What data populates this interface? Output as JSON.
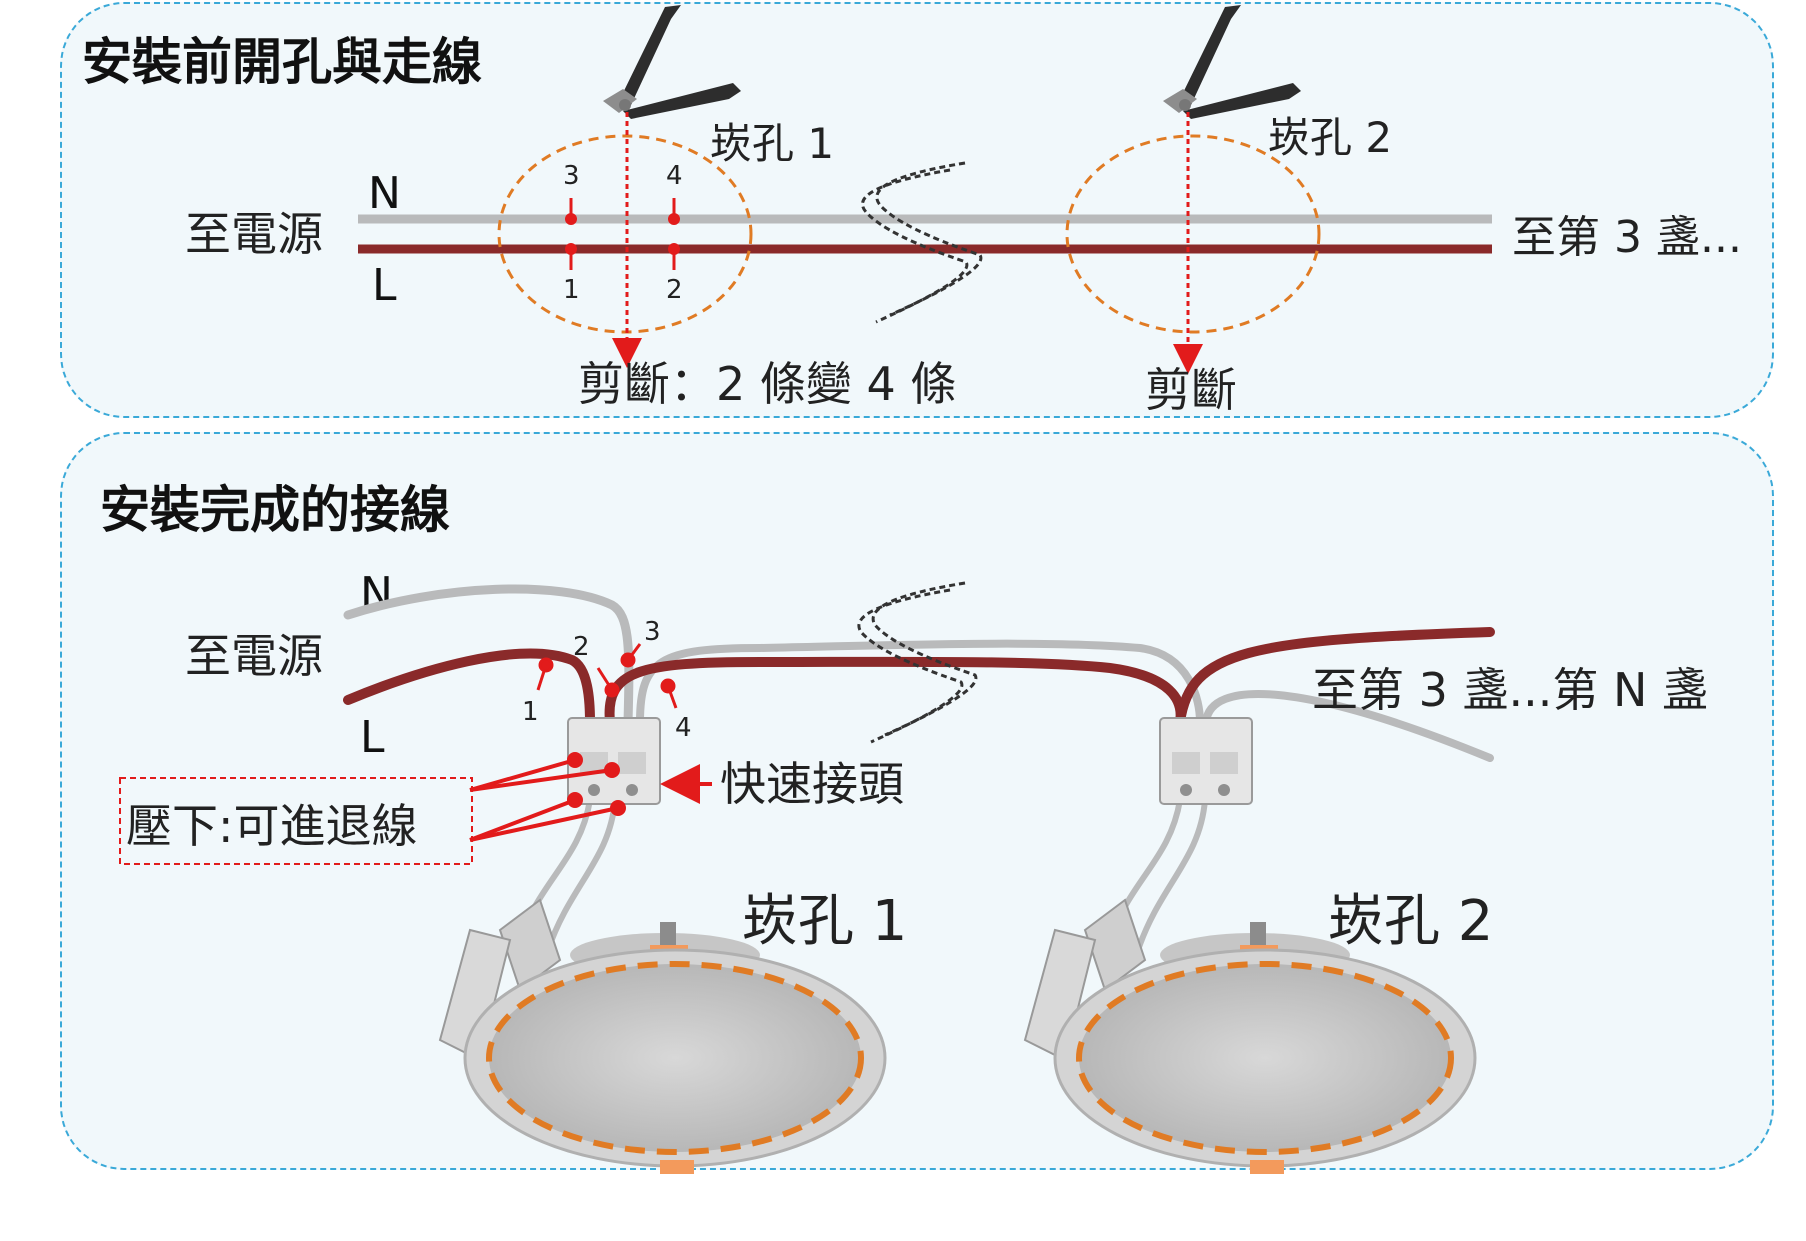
{
  "colors": {
    "panel_bg": "#f1f8fb",
    "panel_border": "#3aa9d8",
    "wire_neutral": "#b9babb",
    "wire_live": "#8a2a2a",
    "hole_outline": "#e07b24",
    "marker_red": "#e21b1b"
  },
  "top_panel": {
    "title": "安裝前開孔與走線",
    "power_label": "至電源",
    "n_label": "N",
    "l_label": "L",
    "next_label": "至第 3 盞...",
    "hole1_label": "崁孔 1",
    "hole2_label": "崁孔 2",
    "cut1_label": "剪斷：2 條變 4 條",
    "cut2_label": "剪斷",
    "point_numbers": [
      "3",
      "4",
      "1",
      "2"
    ],
    "icons": [
      "wire-cutter-icon",
      "wire-cutter-icon"
    ]
  },
  "bottom_panel": {
    "title": "安裝完成的接線",
    "power_label": "至電源",
    "n_label": "N",
    "l_label": "L",
    "next_label": "至第 3 盞...第 N 盞",
    "connector_label": "快速接頭",
    "press_label": "壓下:可進退線",
    "hole1_label": "崁孔 1",
    "hole2_label": "崁孔 2",
    "wire_numbers": [
      "1",
      "2",
      "3",
      "4"
    ],
    "icons": [
      "quick-connector-icon",
      "downlight-icon"
    ]
  }
}
